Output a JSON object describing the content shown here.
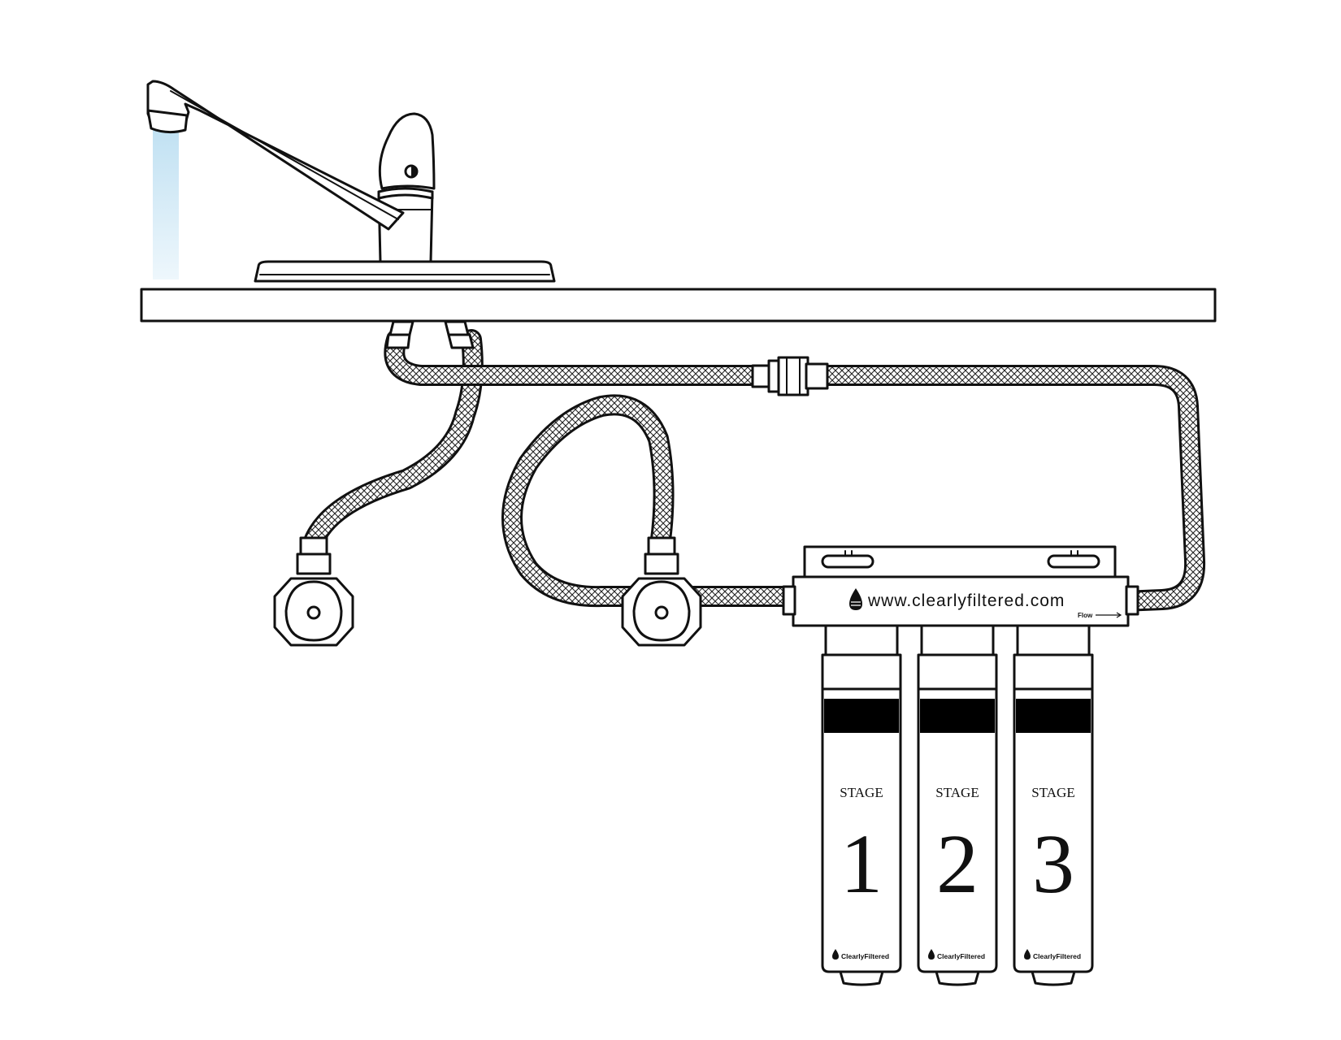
{
  "website": "www.clearlyfiltered.com",
  "flow_label": "Flow",
  "brand_label": "ClearlyFiltered",
  "stages": [
    {
      "word": "STAGE",
      "number": "1"
    },
    {
      "word": "STAGE",
      "number": "2"
    },
    {
      "word": "STAGE",
      "number": "3"
    }
  ],
  "colors": {
    "line": "#111111",
    "background": "#ffffff",
    "water": "#d6ecf7",
    "band": "#000000"
  },
  "icons": [
    "faucet-icon",
    "shutoff-valve-icon",
    "water-drop-icon",
    "flow-arrow-icon"
  ]
}
